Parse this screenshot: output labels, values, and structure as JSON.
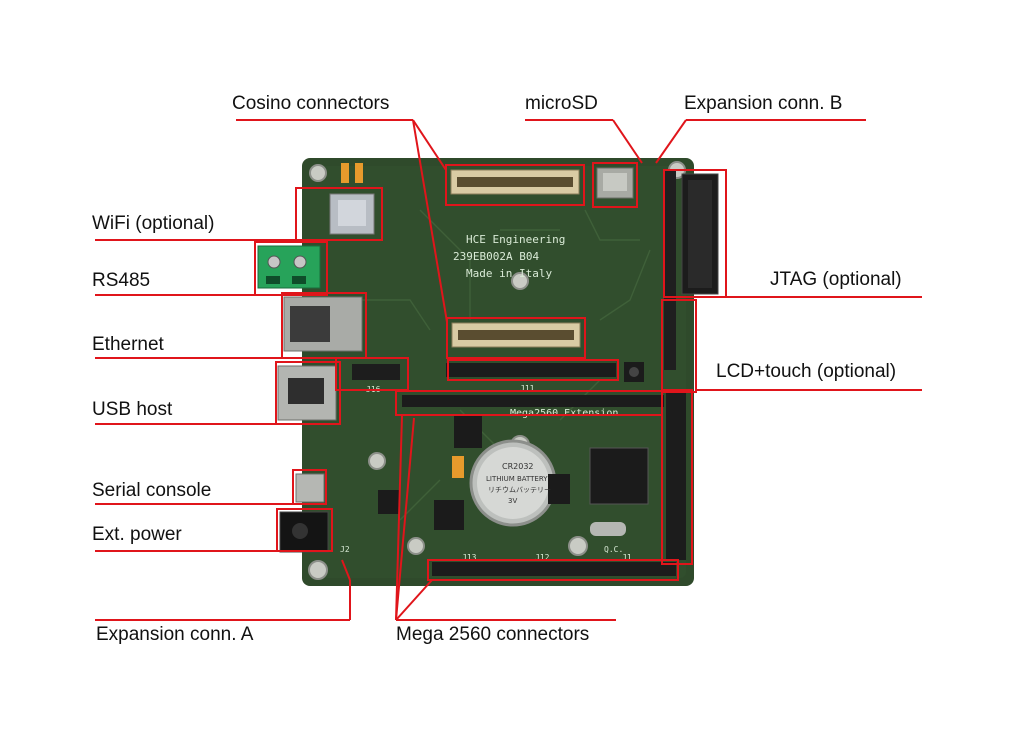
{
  "colors": {
    "leader": "#e0151b",
    "pcb": "#2f4a2b",
    "pcb_dark": "#223a20",
    "silk": "#d9ead6",
    "terminal_block": "#27a35a",
    "text": "#111111"
  },
  "labels": {
    "cosino_connectors": "Cosino connectors",
    "microsd": "microSD",
    "expansion_b": "Expansion conn. B",
    "wifi": "WiFi (optional)",
    "rs485": "RS485",
    "ethernet": "Ethernet",
    "usb_host": "USB host",
    "serial_console": "Serial console",
    "ext_power": "Ext. power",
    "expansion_a": "Expansion conn. A",
    "jtag": "JTAG (optional)",
    "lcd_touch": "LCD+touch (optional)",
    "mega_connectors": "Mega 2560 connectors"
  },
  "board": {
    "maker": "HCE Engineering",
    "part": "239EB002A  B04",
    "origin": "Made in Italy",
    "extension_label": "Mega2560 Extension",
    "battery_line1": "CR2032",
    "battery_line2": "LITHIUM BATTERY",
    "battery_line3": "リチウムバッテリー",
    "battery_line4": "3V",
    "silk_j11": "J11",
    "silk_j12": "J12",
    "silk_j13": "J13",
    "silk_j16": "J16",
    "silk_qc": "Q.C.",
    "silk_j1": "J1",
    "silk_j2": "J2"
  }
}
